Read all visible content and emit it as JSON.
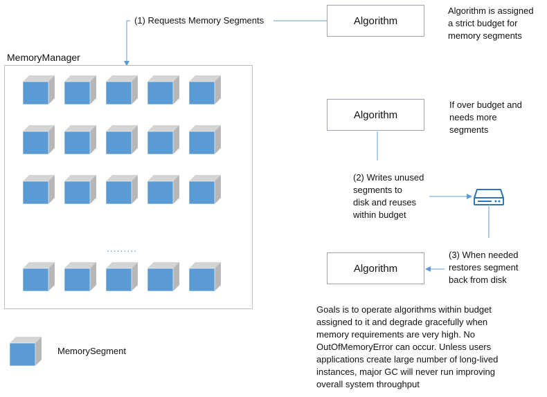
{
  "diagram": {
    "request_label": "(1) Requests Memory Segments",
    "memory_manager_label": "MemoryManager",
    "ellipsis": ".........",
    "algorithm_1": "Algorithm",
    "algorithm_1_note": "Algorithm is assigned\na strict budget for\nmemory segments",
    "algorithm_2": "Algorithm",
    "algorithm_2_note": "If over budget and\nneeds more\nsegments",
    "writes_label": "(2) Writes unused\nsegments to\ndisk and reuses\nwithin budget",
    "restore_label": "(3) When needed\nrestores segment\nback from disk",
    "algorithm_3": "Algorithm",
    "goals_text": "Goals is to operate algorithms within budget\nassigned to it and degrade gracefully when\nmemory requirements are very high. No\nOutOfMemoryError can occur. Unless users\napplications create large number of long-lived\ninstances, major GC will never run improving\noverall system throughput",
    "legend_label": "MemorySegment"
  },
  "colors": {
    "cube_front": "#5b9bd5",
    "cube_side": "#b7b7b7",
    "cube_top": "#d4d4d4",
    "connector": "#5b9bd5"
  },
  "icons": {
    "disk": "disk-drive-icon"
  }
}
